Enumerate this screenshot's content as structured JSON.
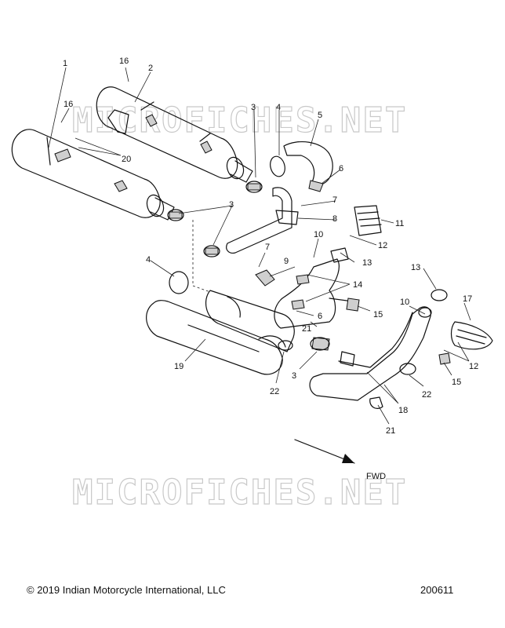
{
  "watermark": "MICROFICHES.NET",
  "direction_label": "FWD",
  "callouts": [
    {
      "id": "c1",
      "text": "1"
    },
    {
      "id": "c2",
      "text": "2"
    },
    {
      "id": "c16a",
      "text": "16"
    },
    {
      "id": "c16b",
      "text": "16"
    },
    {
      "id": "c20",
      "text": "20"
    },
    {
      "id": "c3a",
      "text": "3"
    },
    {
      "id": "c4a",
      "text": "4"
    },
    {
      "id": "c5",
      "text": "5"
    },
    {
      "id": "c6a",
      "text": "6"
    },
    {
      "id": "c7a",
      "text": "7"
    },
    {
      "id": "c8",
      "text": "8"
    },
    {
      "id": "c3b",
      "text": "3"
    },
    {
      "id": "c11",
      "text": "11"
    },
    {
      "id": "c12a",
      "text": "12"
    },
    {
      "id": "c10a",
      "text": "10"
    },
    {
      "id": "c7b",
      "text": "7"
    },
    {
      "id": "c13a",
      "text": "13"
    },
    {
      "id": "c9",
      "text": "9"
    },
    {
      "id": "c4b",
      "text": "4"
    },
    {
      "id": "c14",
      "text": "14"
    },
    {
      "id": "c13b",
      "text": "13"
    },
    {
      "id": "c15a",
      "text": "15"
    },
    {
      "id": "c6b",
      "text": "6"
    },
    {
      "id": "c21a",
      "text": "21"
    },
    {
      "id": "c10b",
      "text": "10"
    },
    {
      "id": "c17",
      "text": "17"
    },
    {
      "id": "c12b",
      "text": "12"
    },
    {
      "id": "c19",
      "text": "19"
    },
    {
      "id": "c3c",
      "text": "3"
    },
    {
      "id": "c22a",
      "text": "22"
    },
    {
      "id": "c15b",
      "text": "15"
    },
    {
      "id": "c22b",
      "text": "22"
    },
    {
      "id": "c18",
      "text": "18"
    },
    {
      "id": "c21b",
      "text": "21"
    }
  ],
  "footer": {
    "copyright": "© 2019 Indian Motorcycle International, LLC",
    "figure_number": "200611"
  }
}
